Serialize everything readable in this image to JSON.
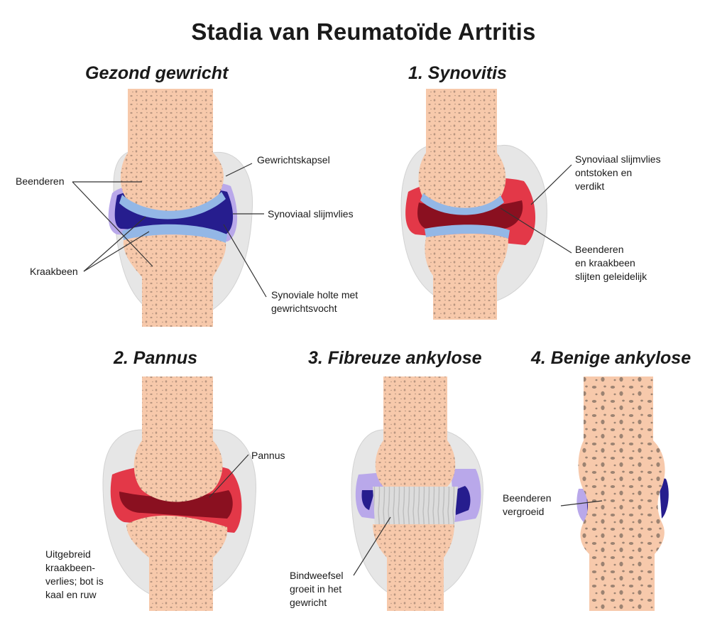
{
  "title": "Stadia van Reumatoïde Artritis",
  "colors": {
    "bone": "#f7c9ab",
    "pore": "#b79580",
    "capsule": "#e6e6e6",
    "cartilage": "#93b7e6",
    "synovium": "#b9a8ea",
    "cavity": "#261d8e",
    "inflamed": "#e33848",
    "inflamed_dark": "#8a1020",
    "fibrous": "#d8d8d8"
  },
  "panels": {
    "healthy": {
      "heading": "Gezond gewricht",
      "labels": {
        "beenderen": "Beenderen",
        "kraakbeen": "Kraakbeen",
        "gewrichtskapsel": "Gewrichtskapsel",
        "synoviaal_slijmvlies": "Synoviaal slijmvlies",
        "holte_1": "Synoviale holte met",
        "holte_2": "gewrichtsvocht"
      }
    },
    "synovitis": {
      "heading": "1. Synovitis",
      "labels": {
        "slijmvlies_1": "Synoviaal slijmvlies",
        "slijmvlies_2": "ontstoken en",
        "slijmvlies_3": "verdikt",
        "slijten_1": "Beenderen",
        "slijten_2": "en kraakbeen",
        "slijten_3": "slijten geleidelijk"
      }
    },
    "pannus": {
      "heading": "2. Pannus",
      "labels": {
        "pannus": "Pannus",
        "verlies_1": "Uitgebreid",
        "verlies_2": "kraakbeen-",
        "verlies_3": "verlies; bot is",
        "verlies_4": "kaal en ruw"
      }
    },
    "fibrous": {
      "heading": "3. Fibreuze ankylose",
      "labels": {
        "bind_1": "Bindweefsel",
        "bind_2": "groeit in het",
        "bind_3": "gewricht"
      }
    },
    "bony": {
      "heading": "4. Benige ankylose",
      "labels": {
        "vergroeid_1": "Beenderen",
        "vergroeid_2": "vergroeid"
      }
    }
  }
}
